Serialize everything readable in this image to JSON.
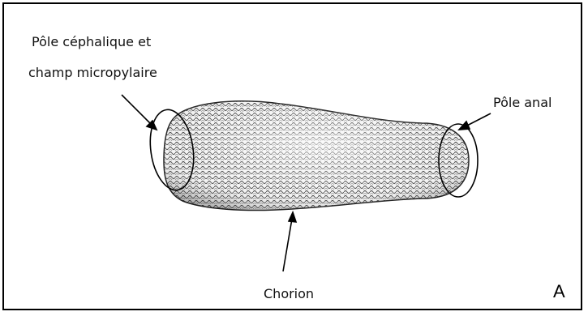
{
  "labels": {
    "cephalic_line1": "Pôle céphalique et",
    "cephalic_line2": "champ micropylaire",
    "anal": "Pôle anal",
    "chorion": "Chorion",
    "panel_letter": "A"
  }
}
